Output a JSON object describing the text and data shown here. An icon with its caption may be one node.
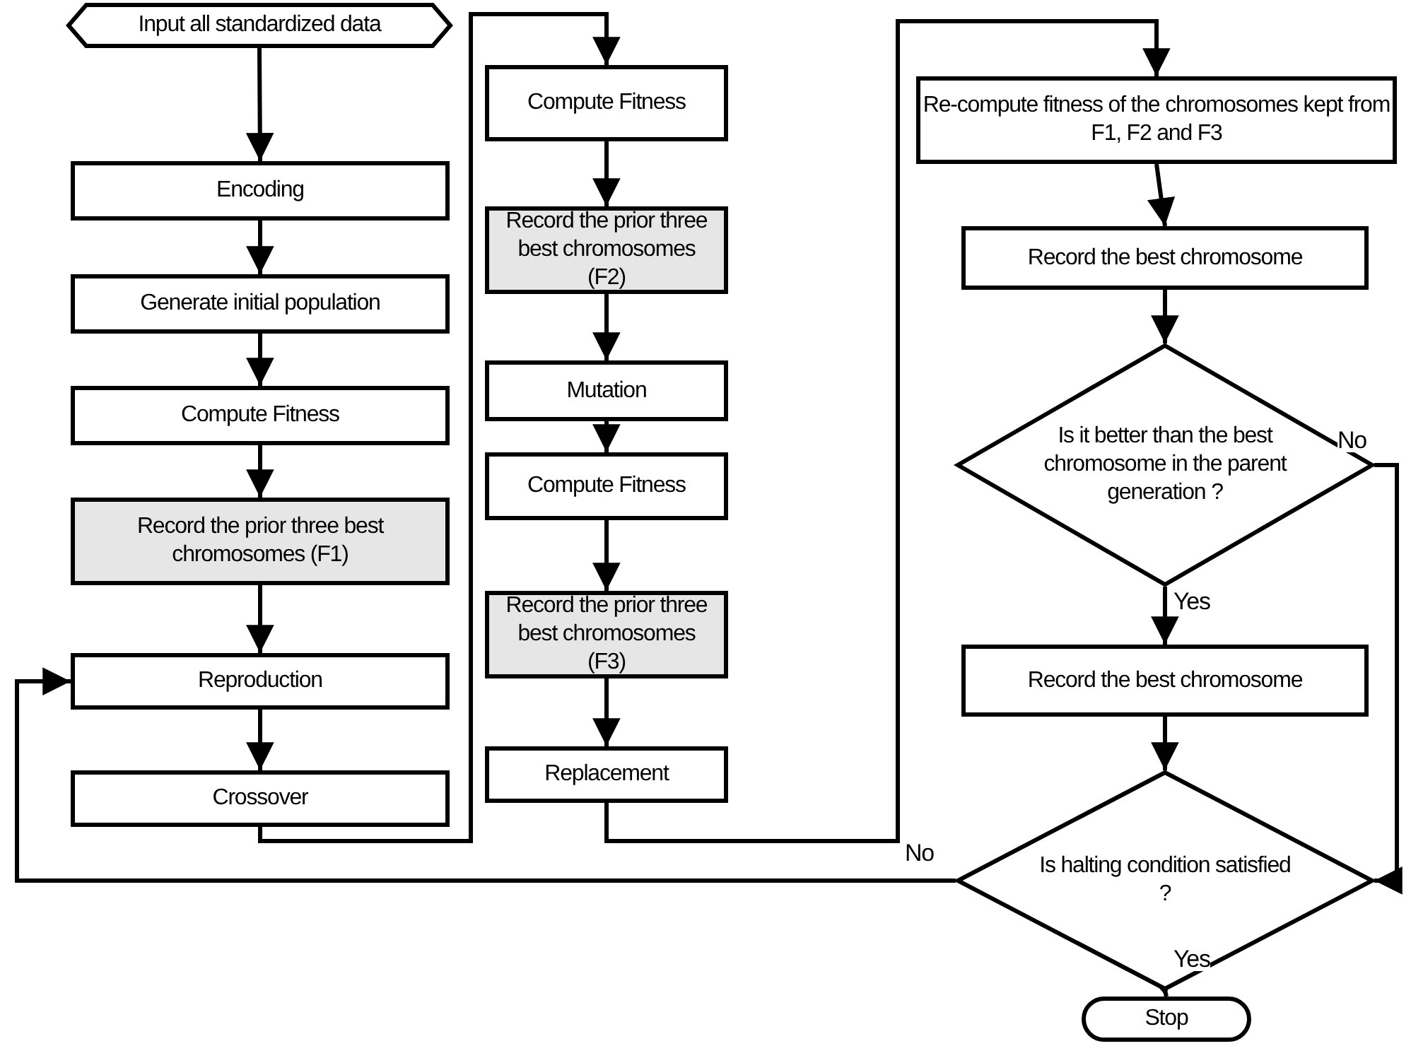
{
  "diagram": {
    "nodes": [
      {
        "text": [
          "Input all standardized data"
        ]
      },
      {
        "text": [
          "Encoding"
        ]
      },
      {
        "text": [
          "Generate initial population"
        ]
      },
      {
        "text": [
          "Compute Fitness"
        ]
      },
      {
        "text": [
          "Record the prior three best chromosomes (F1)"
        ]
      },
      {
        "text": [
          "Reproduction"
        ]
      },
      {
        "text": [
          "Crossover"
        ]
      },
      {
        "text": [
          "Compute Fitness"
        ]
      },
      {
        "text": [
          "Record the prior three best chromosomes (F2)"
        ]
      },
      {
        "text": [
          "Mutation"
        ]
      },
      {
        "text": [
          "Compute Fitness"
        ]
      },
      {
        "text": [
          "Record the prior three best chromosomes (F3)"
        ]
      },
      {
        "text": [
          "Replacement"
        ]
      },
      {
        "text": [
          "Re-compute fitness of the chromosomes kept from F1, F2 and F3"
        ]
      },
      {
        "text": [
          "Record the best chromosome"
        ]
      },
      {
        "text": [
          "Is it better than the best chromosome in the parent generation ?"
        ]
      },
      {
        "text": [
          "Record the best chromosome"
        ]
      },
      {
        "text": [
          "Is halting condition satisfied ?"
        ]
      },
      {
        "text": [
          "Stop"
        ]
      }
    ],
    "edges": [
      {
        "from": 0,
        "to": 1,
        "arrow": "to"
      },
      {
        "from": 1,
        "to": 2,
        "arrow": "to"
      },
      {
        "from": 2,
        "to": 3,
        "arrow": "to"
      },
      {
        "from": 3,
        "to": 4,
        "arrow": "to"
      },
      {
        "from": 4,
        "to": 5,
        "arrow": "to"
      },
      {
        "from": 5,
        "to": 6,
        "arrow": "to"
      },
      {
        "from": 6,
        "to": 7,
        "arrow": "to"
      },
      {
        "from": 7,
        "to": 8,
        "arrow": "to"
      },
      {
        "from": 8,
        "to": 9,
        "arrow": "to"
      },
      {
        "from": 9,
        "to": 10,
        "arrow": "to"
      },
      {
        "from": 10,
        "to": 11,
        "arrow": "to"
      },
      {
        "from": 11,
        "to": 12,
        "arrow": "to"
      },
      {
        "from": 12,
        "to": 13,
        "arrow": "to"
      },
      {
        "from": 13,
        "to": 14,
        "arrow": "to"
      },
      {
        "from": 14,
        "to": 15,
        "arrow": "to"
      },
      {
        "from": 15,
        "to": 16,
        "arrow": "to",
        "label": "Yes"
      },
      {
        "from": 15,
        "to": 17,
        "arrow": "to",
        "label": "No"
      },
      {
        "from": 16,
        "to": 17,
        "arrow": "to"
      },
      {
        "from": 17,
        "to": 5,
        "arrow": "to",
        "label": "No"
      },
      {
        "from": 17,
        "to": 18,
        "arrow": "to",
        "label": "Yes"
      }
    ]
  }
}
